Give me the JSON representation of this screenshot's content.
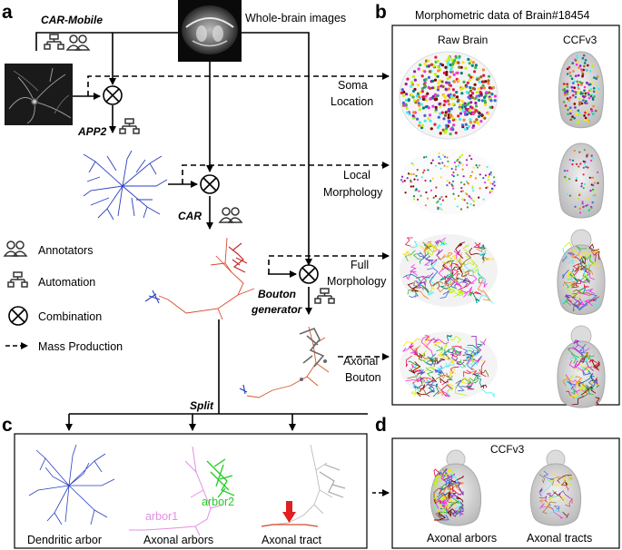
{
  "panels": {
    "a": "a",
    "b": "b",
    "c": "c",
    "d": "d"
  },
  "workflow": {
    "whole_brain": "Whole-brain images",
    "car_mobile": "CAR-Mobile",
    "app2": "APP2",
    "car": "CAR",
    "bouton_1": "Bouton",
    "bouton_2": "generator",
    "soma_1": "Soma",
    "soma_2": "Location",
    "local_1": "Local",
    "local_2": "Morphology",
    "full_1": "Full",
    "full_2": "Morphology",
    "axb_1": "Axonal",
    "axb_2": "Bouton",
    "split": "Split"
  },
  "legend": {
    "annotators": "Annotators",
    "automation": "Automation",
    "combination": "Combination",
    "mass": "Mass Production"
  },
  "panel_b": {
    "title": "Morphometric data of Brain#18454",
    "col_raw": "Raw Brain",
    "col_ccf": "CCFv3"
  },
  "panel_c": {
    "arbor1": "arbor1",
    "arbor2": "arbor2",
    "dendritic": "Dendritic arbor",
    "axonal_arbors": "Axonal arbors",
    "axonal_tract": "Axonal tract"
  },
  "panel_d": {
    "title": "CCFv3",
    "arbors": "Axonal arbors",
    "tracts": "Axonal tracts"
  },
  "colors": {
    "dendrite": "#2b3fc0",
    "axon_red": "#d64a2a",
    "arbor1": "#e58ee5",
    "arbor2": "#22cc22",
    "arrow_red": "#e02020"
  }
}
